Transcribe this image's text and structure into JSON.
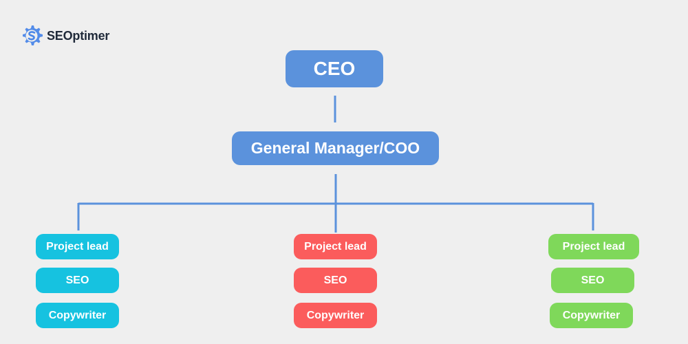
{
  "brand": {
    "logo_text": "SEOptimer",
    "icon": "gear-s-icon"
  },
  "colors": {
    "background": "#efefef",
    "top_nodes": "#5b92dc",
    "connector": "#5b92dc",
    "team_1": "#16c2e0",
    "team_2": "#fb5c5c",
    "team_3": "#7fd85a"
  },
  "chart": {
    "root": "CEO",
    "manager": "General Manager/COO",
    "teams": [
      {
        "roles": [
          "Project lead",
          "SEO",
          "Copywriter"
        ]
      },
      {
        "roles": [
          "Project lead",
          "SEO",
          "Copywriter"
        ]
      },
      {
        "roles": [
          "Project lead",
          "SEO",
          "Copywriter"
        ]
      }
    ]
  }
}
